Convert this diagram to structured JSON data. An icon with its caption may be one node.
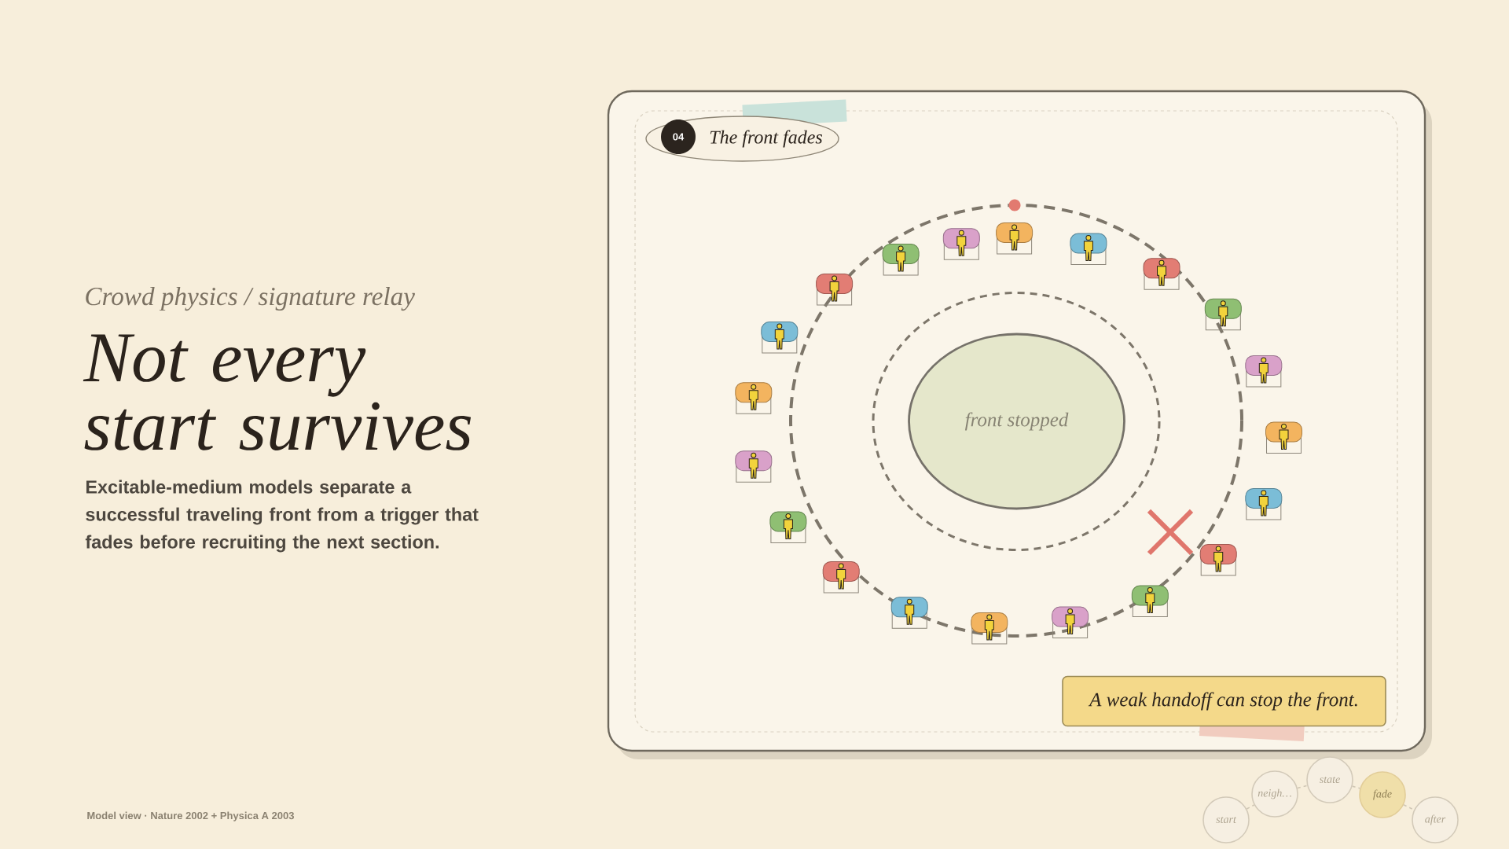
{
  "diagram": {
    "title": "Not every start survives",
    "nodes": [
      {
        "text": [],
        "shape": "box"
      },
      {
        "text": [
          "The front fades"
        ],
        "in": 0
      },
      {
        "text": [
          "04"
        ],
        "in": 1
      },
      {
        "text": [
          "front stopped"
        ],
        "in": 0
      },
      {
        "text": [
          "A weak handoff can stop the front."
        ],
        "in": 0
      },
      {
        "text": [
          "start"
        ]
      },
      {
        "text": [
          "neigh…"
        ]
      },
      {
        "text": [
          "state"
        ]
      },
      {
        "text": [
          "fade"
        ]
      },
      {
        "text": [
          "after"
        ]
      }
    ],
    "edges": [
      {
        "from": 5,
        "to": 6,
        "arrow": "none",
        "style": "dashed"
      },
      {
        "from": 6,
        "to": 7,
        "arrow": "none",
        "style": "dashed"
      },
      {
        "from": 7,
        "to": 8,
        "arrow": "none",
        "style": "dashed"
      },
      {
        "from": 8,
        "to": 9,
        "arrow": "none",
        "style": "dashed"
      }
    ],
    "labels": [
      "Crowd physics / signature relay",
      "Excitable-medium models separate a successful traveling front from a trigger that fades before recruiting the next section.",
      "Model view · Nature 2002 + Physica A 2003"
    ]
  }
}
